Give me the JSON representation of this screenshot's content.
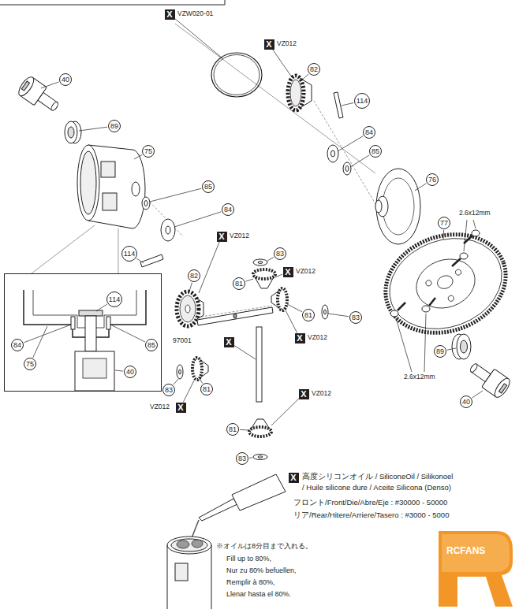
{
  "diagram": {
    "nodes": [
      {
        "text": [
          "X"
        ]
      },
      {
        "text": [
          "X"
        ]
      },
      {
        "text": [
          "40"
        ]
      },
      {
        "text": [
          "82"
        ]
      },
      {
        "text": [
          "114"
        ]
      },
      {
        "text": [
          "89"
        ]
      },
      {
        "text": [
          "84"
        ]
      },
      {
        "text": [
          "85"
        ]
      },
      {
        "text": [
          "75"
        ]
      },
      {
        "text": [
          "76"
        ]
      },
      {
        "text": [
          "85"
        ]
      },
      {
        "text": [
          "84"
        ]
      },
      {
        "text": [
          "77"
        ]
      },
      {
        "text": [
          "X"
        ]
      },
      {
        "text": [
          "83"
        ]
      },
      {
        "text": [
          "X"
        ]
      },
      {
        "text": []
      },
      {
        "text": [
          "114"
        ],
        "in": 16
      },
      {
        "text": [
          "84"
        ],
        "in": 16
      },
      {
        "text": [
          "85"
        ],
        "in": 16
      },
      {
        "text": [
          "75"
        ],
        "in": 16
      },
      {
        "text": [
          "40"
        ],
        "in": 16
      },
      {
        "text": [
          "114"
        ]
      },
      {
        "text": [
          "82"
        ]
      },
      {
        "text": [
          "81"
        ]
      },
      {
        "text": [
          "81"
        ]
      },
      {
        "text": [
          "83"
        ]
      },
      {
        "text": [
          "89"
        ]
      },
      {
        "text": [
          "X"
        ]
      },
      {
        "text": [
          "X"
        ]
      },
      {
        "text": [
          "81"
        ]
      },
      {
        "text": [
          "83"
        ]
      },
      {
        "text": [
          "X"
        ]
      },
      {
        "text": [
          "X"
        ]
      },
      {
        "text": [
          "81"
        ]
      },
      {
        "text": [
          "40"
        ]
      },
      {
        "text": [
          "83"
        ]
      },
      {
        "text": [
          "X"
        ]
      }
    ],
    "labels": [
      "VZW020-01",
      "VZ012",
      "2.6x12mm",
      "VZ012",
      "VZ012",
      "97001",
      "VZ012",
      "VZ012",
      "VZ012",
      "2.6x12mm",
      "高度シリコンオイル / SiliconeOil / Silikonoel",
      "/ Huile silicone dure / Aceite Silicona (Denso)",
      "フロント/Front/Die/Abre/Eje : #30000 - 50000",
      "リア/Rear/Hitere/Arriere/Tasero : #3000 - 5000",
      "※オイルは8分目まで入れる。",
      "Fill up to 80%,",
      "Nur zu 80% befuellen,",
      "Remplir à 80%,",
      "Llenar hasta el 80%.",
      "RCFANS"
    ]
  }
}
